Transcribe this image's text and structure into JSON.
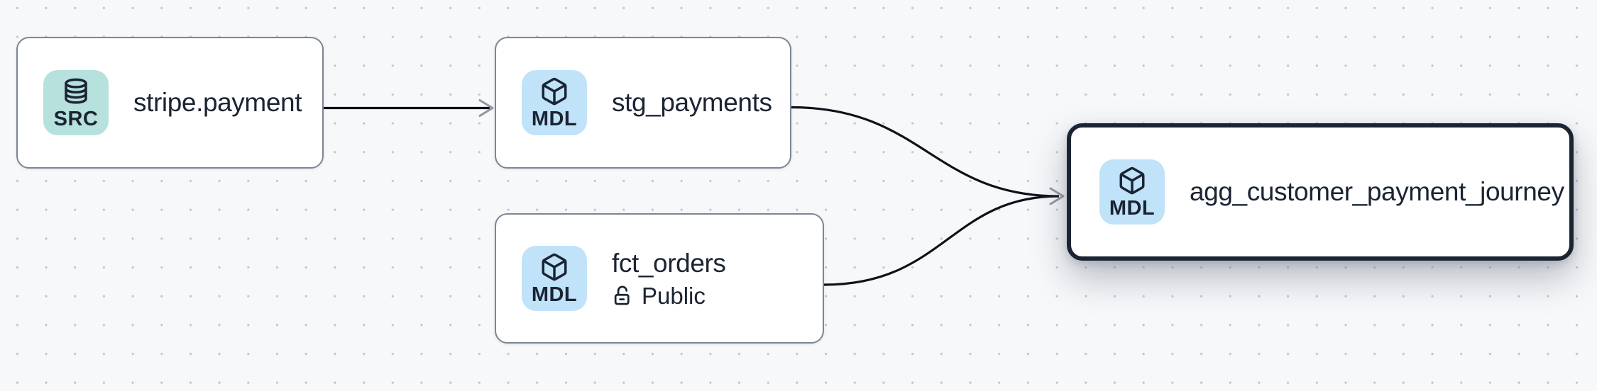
{
  "app": {
    "view": "lineage-graph"
  },
  "nodes": [
    {
      "id": "stripe.payment",
      "title": "stripe.payment",
      "badge": "SRC",
      "icon": "database-icon",
      "type": "source",
      "selected": false
    },
    {
      "id": "stg_payments",
      "title": "stg_payments",
      "badge": "MDL",
      "icon": "cube-icon",
      "type": "model",
      "selected": false
    },
    {
      "id": "fct_orders",
      "title": "fct_orders",
      "badge": "MDL",
      "icon": "cube-icon",
      "type": "model",
      "subtitle": "Public",
      "subtitle_icon": "unlock-icon",
      "selected": false
    },
    {
      "id": "agg_customer_payment_journey",
      "title": "agg_customer_payment_journey",
      "badge": "MDL",
      "icon": "cube-icon",
      "type": "model",
      "selected": true
    }
  ],
  "edges": [
    {
      "from": "stripe.payment",
      "to": "stg_payments"
    },
    {
      "from": "stg_payments",
      "to": "agg_customer_payment_journey"
    },
    {
      "from": "fct_orders",
      "to": "agg_customer_payment_journey"
    }
  ],
  "colors": {
    "canvas_background": "#f7f8fa",
    "canvas_dot": "#c3c6cd",
    "node_background": "#ffffff",
    "node_border": "#7d8694",
    "node_border_selected": "#1b2433",
    "badge_source_background": "#b6e1dd",
    "badge_model_background": "#c0e3f9",
    "text": "#1b2433",
    "edge_line": "#0d1119",
    "edge_arrowhead": "#8f95a2"
  }
}
